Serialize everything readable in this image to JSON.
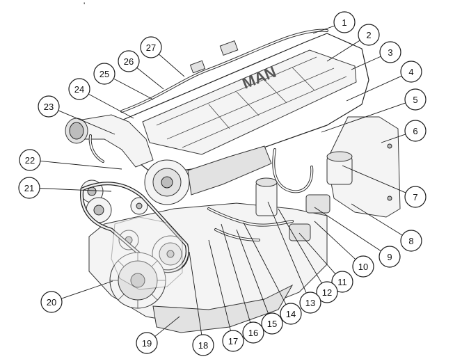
{
  "diagram": {
    "header_mark": "'",
    "brand_logo": "MAN",
    "callouts": [
      {
        "id": "1",
        "label": "1"
      },
      {
        "id": "2",
        "label": "2"
      },
      {
        "id": "3",
        "label": "3"
      },
      {
        "id": "4",
        "label": "4"
      },
      {
        "id": "5",
        "label": "5"
      },
      {
        "id": "6",
        "label": "6"
      },
      {
        "id": "7",
        "label": "7"
      },
      {
        "id": "8",
        "label": "8"
      },
      {
        "id": "9",
        "label": "9"
      },
      {
        "id": "10",
        "label": "10"
      },
      {
        "id": "11",
        "label": "11"
      },
      {
        "id": "12",
        "label": "12"
      },
      {
        "id": "13",
        "label": "13"
      },
      {
        "id": "14",
        "label": "14"
      },
      {
        "id": "15",
        "label": "15"
      },
      {
        "id": "16",
        "label": "16"
      },
      {
        "id": "17",
        "label": "17"
      },
      {
        "id": "18",
        "label": "18"
      },
      {
        "id": "19",
        "label": "19"
      },
      {
        "id": "20",
        "label": "20"
      },
      {
        "id": "21",
        "label": "21"
      },
      {
        "id": "22",
        "label": "22"
      },
      {
        "id": "23",
        "label": "23"
      },
      {
        "id": "24",
        "label": "24"
      },
      {
        "id": "25",
        "label": "25"
      },
      {
        "id": "26",
        "label": "26"
      },
      {
        "id": "27",
        "label": "27"
      }
    ]
  }
}
